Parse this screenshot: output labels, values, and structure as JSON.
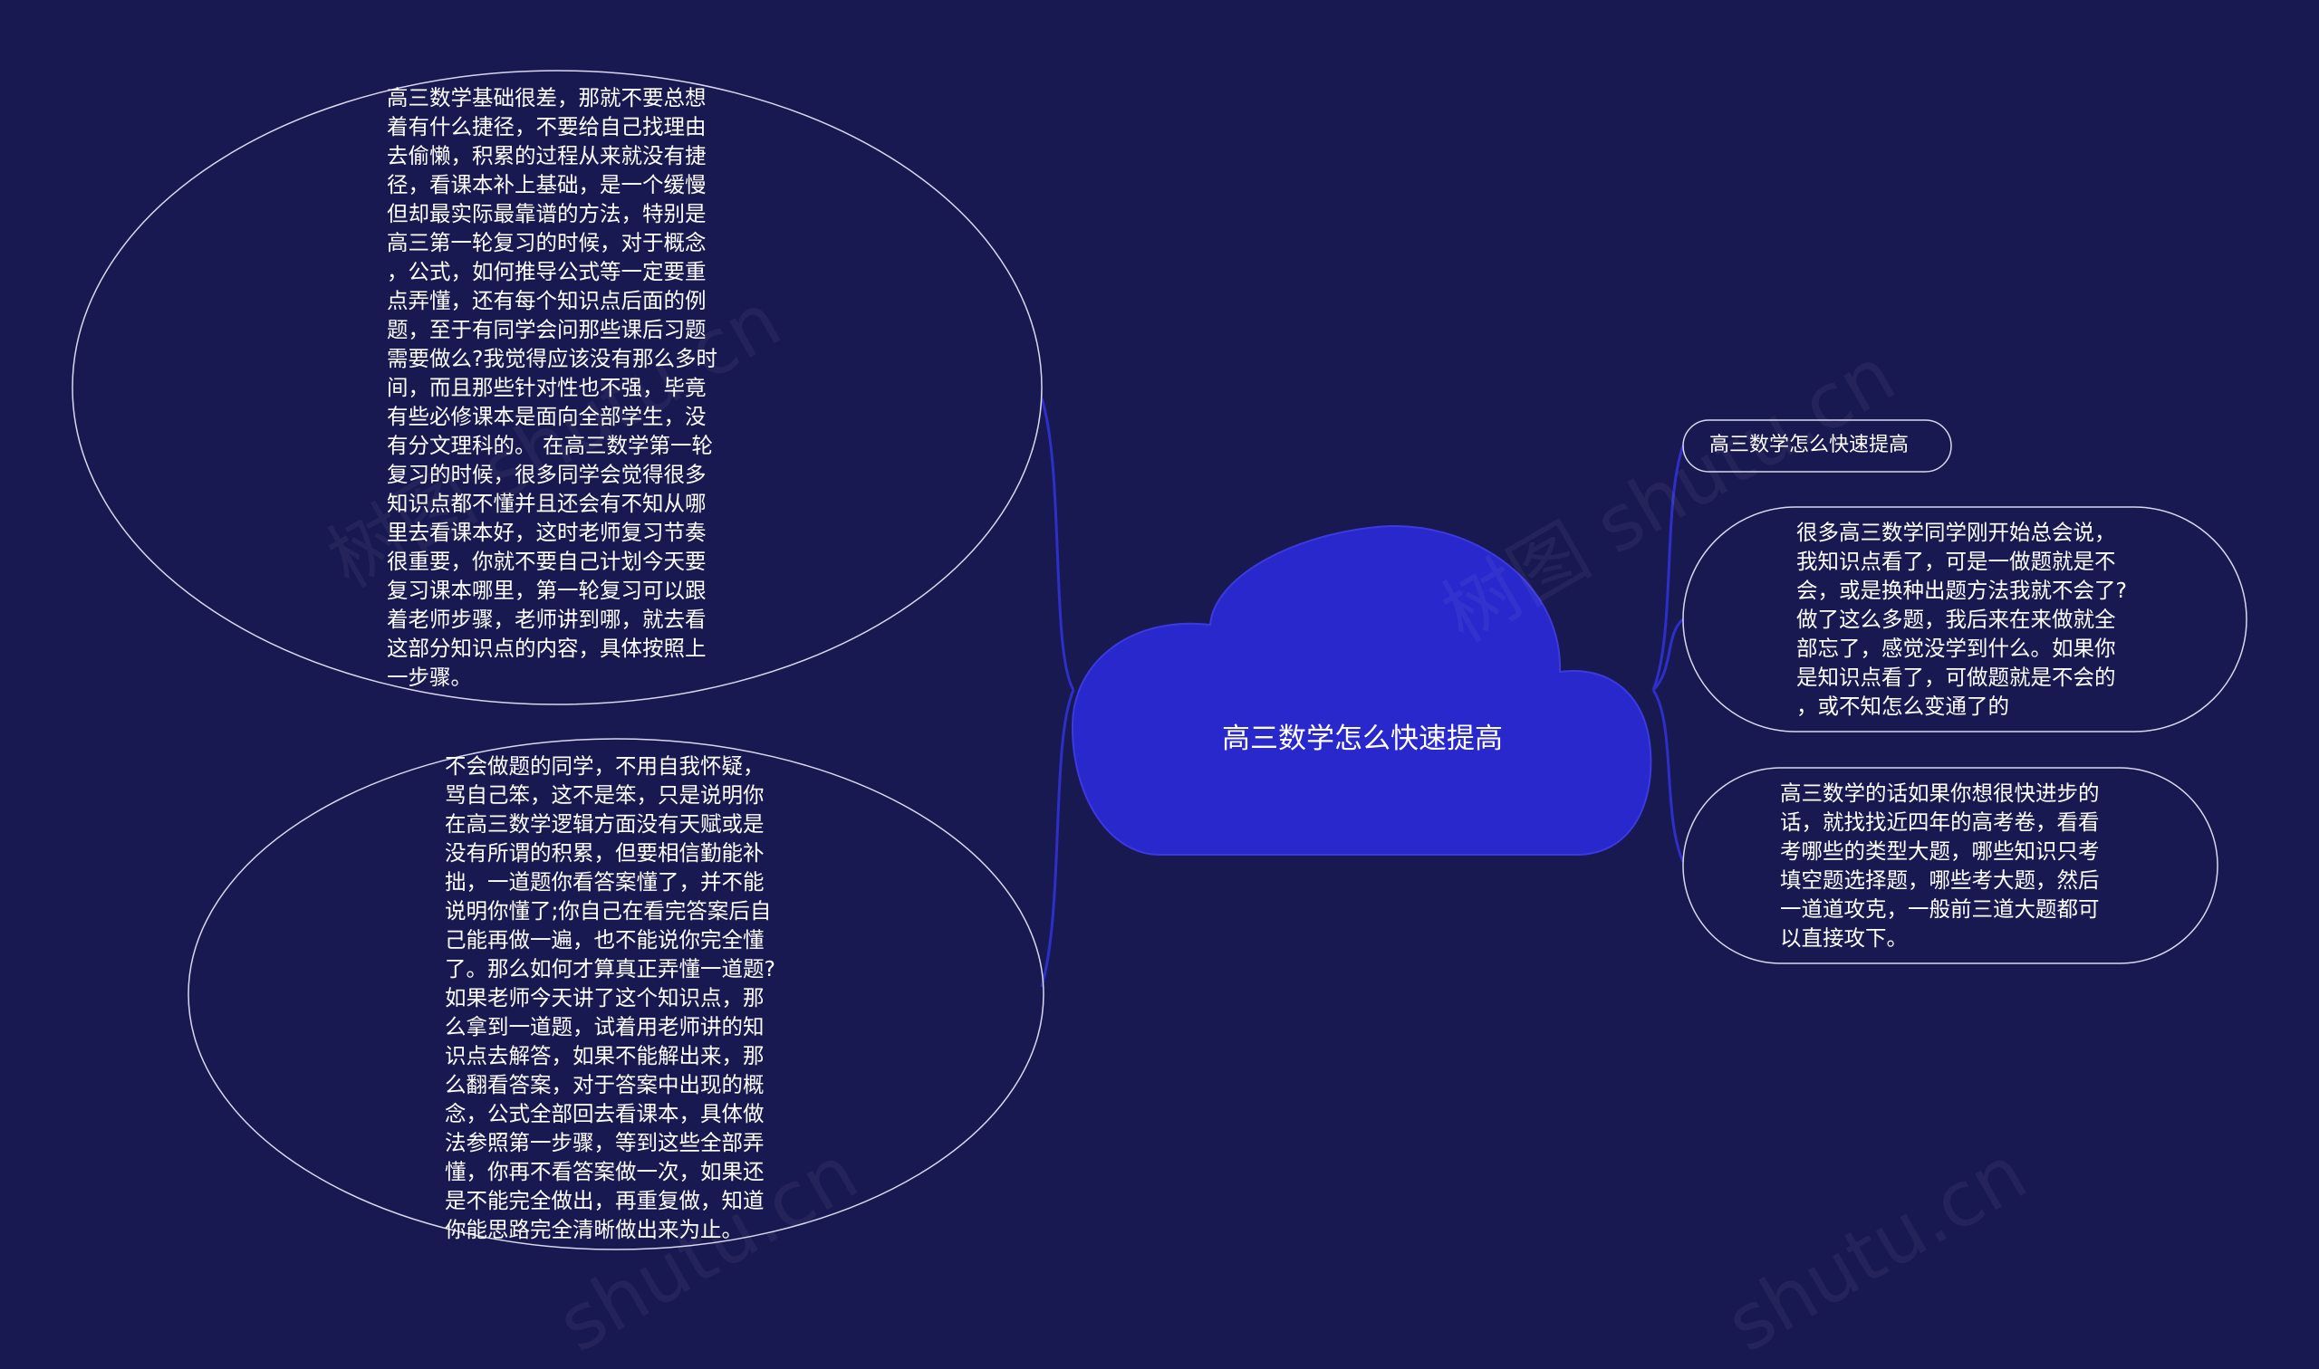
{
  "colors": {
    "background": "#191952",
    "cloud_fill": "#2828cc",
    "cloud_stroke": "#3a3ae0",
    "connector": "#2e2ec8",
    "node_border": "#d8d8f0"
  },
  "center": {
    "title": "高三数学怎么快速提高"
  },
  "left_nodes": [
    {
      "text": "高三数学基础很差，那就不要总想\n着有什么捷径，不要给自己找理由\n去偷懒，积累的过程从来就没有捷\n径，看课本补上基础，是一个缓慢\n但却最实际最靠谱的方法，特别是\n高三第一轮复习的时候，对于概念\n，公式，如何推导公式等一定要重\n点弄懂，还有每个知识点后面的例\n题，至于有同学会问那些课后习题\n需要做么?我觉得应该没有那么多时\n间，而且那些针对性也不强，毕竟\n有些必修课本是面向全部学生，没\n有分文理科的。 在高三数学第一轮\n复习的时候，很多同学会觉得很多\n知识点都不懂并且还会有不知从哪\n里去看课本好，这时老师复习节奏\n很重要，你就不要自己计划今天要\n复习课本哪里，第一轮复习可以跟\n着老师步骤，老师讲到哪，就去看\n这部分知识点的内容，具体按照上\n一步骤。"
    },
    {
      "text": "不会做题的同学，不用自我怀疑，\n骂自己笨，这不是笨，只是说明你\n在高三数学逻辑方面没有天赋或是\n没有所谓的积累，但要相信勤能补\n拙，一道题你看答案懂了，并不能\n说明你懂了;你自己在看完答案后自\n己能再做一遍，也不能说你完全懂\n了。那么如何才算真正弄懂一道题?\n如果老师今天讲了这个知识点，那\n么拿到一道题，试着用老师讲的知\n识点去解答，如果不能解出来，那\n么翻看答案，对于答案中出现的概\n念，公式全部回去看课本，具体做\n法参照第一步骤，等到这些全部弄\n懂，你再不看答案做一次，如果还\n是不能完全做出，再重复做，知道\n你能思路完全清晰做出来为止。"
    }
  ],
  "right_nodes": [
    {
      "text": "高三数学怎么快速提高"
    },
    {
      "text": "很多高三数学同学刚开始总会说，\n我知识点看了，可是一做题就是不\n会，或是换种出题方法我就不会了?\n做了这么多题，我后来在来做就全\n部忘了，感觉没学到什么。如果你\n是知识点看了，可做题就是不会的\n，或不知怎么变通了的"
    },
    {
      "text": "高三数学的话如果你想很快进步的\n话，就找找近四年的高考卷，看看\n考哪些的类型大题，哪些知识只考\n填空题选择题，哪些考大题，然后\n一道道攻克，一般前三道大题都可\n以直接攻下。"
    }
  ],
  "watermarks": [
    "树图 shutu.cn",
    "树图 shutu.cn",
    "shutu.cn",
    "shutu.cn"
  ]
}
